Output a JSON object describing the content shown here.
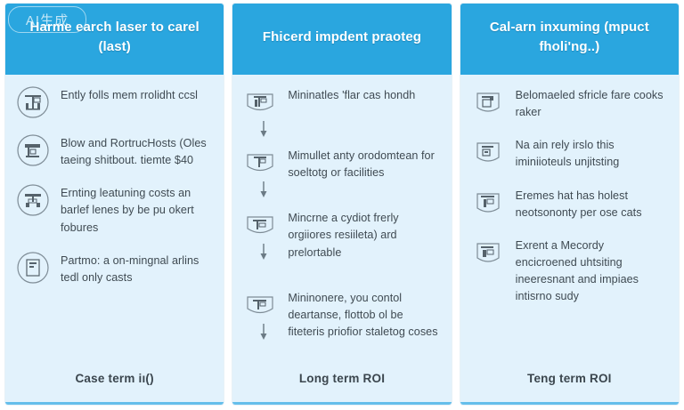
{
  "watermark": {
    "label": "AI生成"
  },
  "theme": {
    "header_blue": "#2aa6df",
    "card_background": "#e2f2fc",
    "page_background": "#ffffff",
    "text_color": "#3f4a52",
    "accent_bar": "#4fb5e8"
  },
  "columns": [
    {
      "header": "Harme earch laser to carel (last)",
      "footer": "Case term iı()",
      "flow": false,
      "items": [
        {
          "icon": "machine-circle-icon",
          "text": "Ently folls mem rrolidht ccsl"
        },
        {
          "icon": "machine-circle-icon",
          "text": "Blow and RortrucHosts (Oles taeing shitbout. tiemte $40"
        },
        {
          "icon": "machine-circle-icon",
          "text": "Ernting leatuning costs an barlef lenes by be pu okert fobures"
        },
        {
          "icon": "machine-circle-icon",
          "text": "Partmo: a on-mingnal arlins tedl only casts"
        }
      ]
    },
    {
      "header": "Fhicerd impdent praoteg",
      "footer": "Long term ROI",
      "flow": true,
      "items": [
        {
          "icon": "machine-flow-icon",
          "text": "Mininatles 'flar cas hondh"
        },
        {
          "icon": "machine-flow-icon",
          "text": "Mimullet anty orodomtean for soeltotg or facilities"
        },
        {
          "icon": "machine-flow-icon",
          "text": "Mincrne a cydiot frerly orgiiores resiileta) ard prelortable"
        },
        {
          "icon": "machine-flow-icon",
          "text": "Mininonere, you contol deartanse, flottob ol be fiteteris priofior staletog coses"
        }
      ]
    },
    {
      "header": "Cal-arn inxuming (mpuct fholi'ng..)",
      "footer": "Teng term ROI",
      "flow": false,
      "items": [
        {
          "icon": "machine-circle-icon",
          "text": "Belomaeled sfricle fare cooks raker"
        },
        {
          "icon": "machine-circle-icon",
          "text": "Na ain rely irslo this iminiioteuls unjitsting"
        },
        {
          "icon": "machine-circle-icon",
          "text": "Eremes hat has holest neotsononty per ose cats"
        },
        {
          "icon": "machine-circle-icon",
          "text": "Exrent a Mecordy encicroened uhtsiting ineeresnant and impiaes intisrno sudy"
        }
      ]
    }
  ]
}
